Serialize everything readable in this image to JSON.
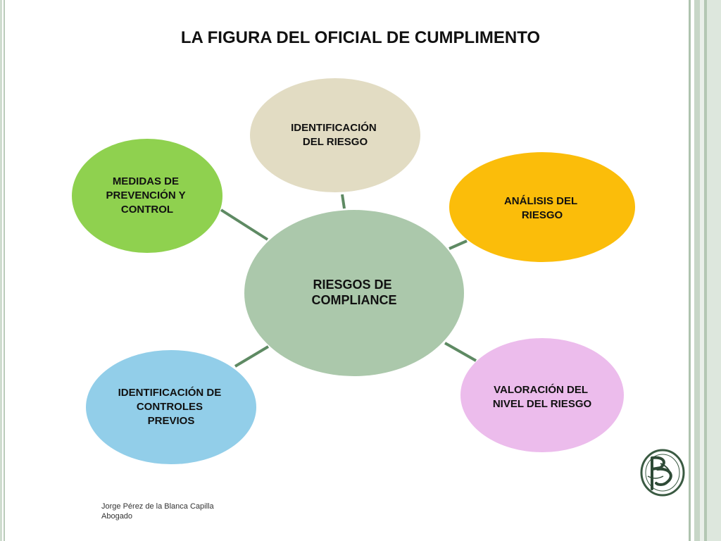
{
  "title": "LA FIGURA DEL OFICIAL DE CUMPLIMENTO",
  "center": {
    "lines": [
      "RIESGOS DE",
      "COMPLIANCE"
    ],
    "color": "#abc8ab"
  },
  "nodes": [
    {
      "id": "identificacion-riesgo",
      "lines": [
        "IDENTIFICACIÓN",
        "DEL RIESGO"
      ],
      "color": "#e2dcc3"
    },
    {
      "id": "analisis-riesgo",
      "lines": [
        "ANÁLISIS DEL",
        "RIESGO"
      ],
      "color": "#fbbd0a"
    },
    {
      "id": "valoracion-riesgo",
      "lines": [
        "VALORACIÓN DEL",
        "NIVEL DEL RIESGO"
      ],
      "color": "#ecbcec"
    },
    {
      "id": "identificacion-controles",
      "lines": [
        "IDENTIFICACIÓN DE",
        "CONTROLES",
        "PREVIOS"
      ],
      "color": "#92cee9"
    },
    {
      "id": "medidas-prevencion",
      "lines": [
        "MEDIDAS DE",
        "PREVENCIÓN Y",
        "CONTROL"
      ],
      "color": "#8fd14f"
    }
  ],
  "connector_color": "#5e8a63",
  "footer": {
    "name": "Jorge Pérez de la Blanca Capilla",
    "role": "Abogado"
  },
  "logo_icon": "monogram-seal-icon"
}
